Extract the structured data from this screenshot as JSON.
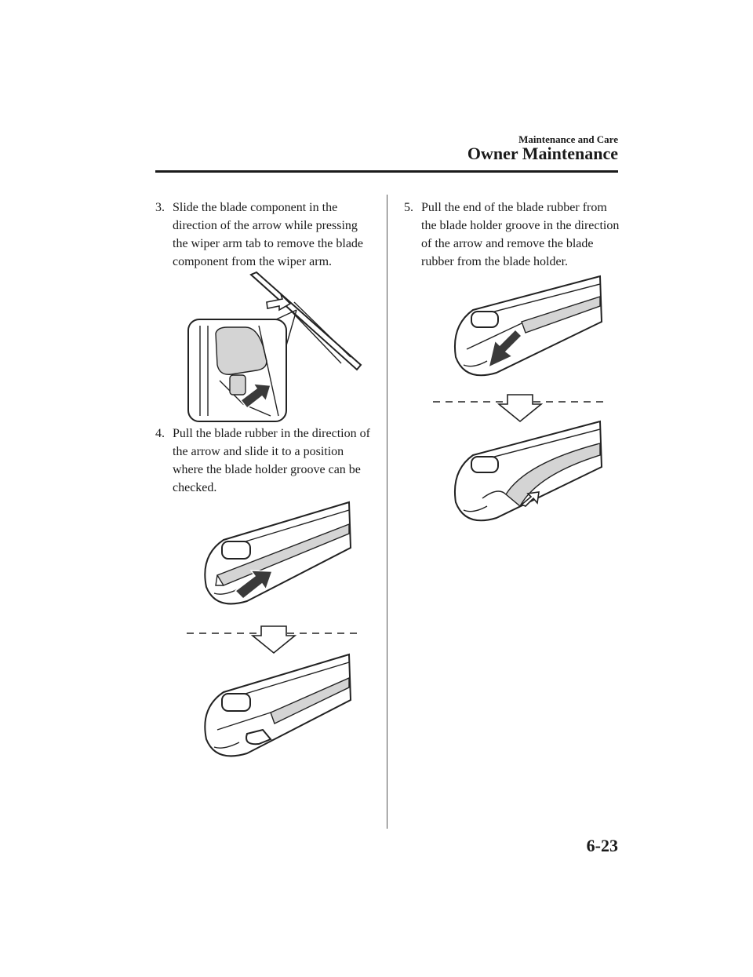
{
  "header": {
    "section": "Maintenance and Care",
    "title": "Owner Maintenance"
  },
  "steps": [
    {
      "number": "3.",
      "lines": [
        "Slide the blade component in the",
        "direction of the arrow while pressing",
        "the wiper arm tab to remove the blade",
        "component from the wiper arm."
      ]
    },
    {
      "number": "4.",
      "lines": [
        "Pull the blade rubber in the direction of",
        "the arrow and slide it to a position",
        "where the blade holder groove can be",
        "checked."
      ]
    },
    {
      "number": "5.",
      "lines": [
        "Pull the end of the blade rubber from",
        "the blade holder groove in the direction",
        "of the arrow and remove the blade",
        "rubber from the blade holder."
      ]
    }
  ],
  "page_number": "6-23"
}
